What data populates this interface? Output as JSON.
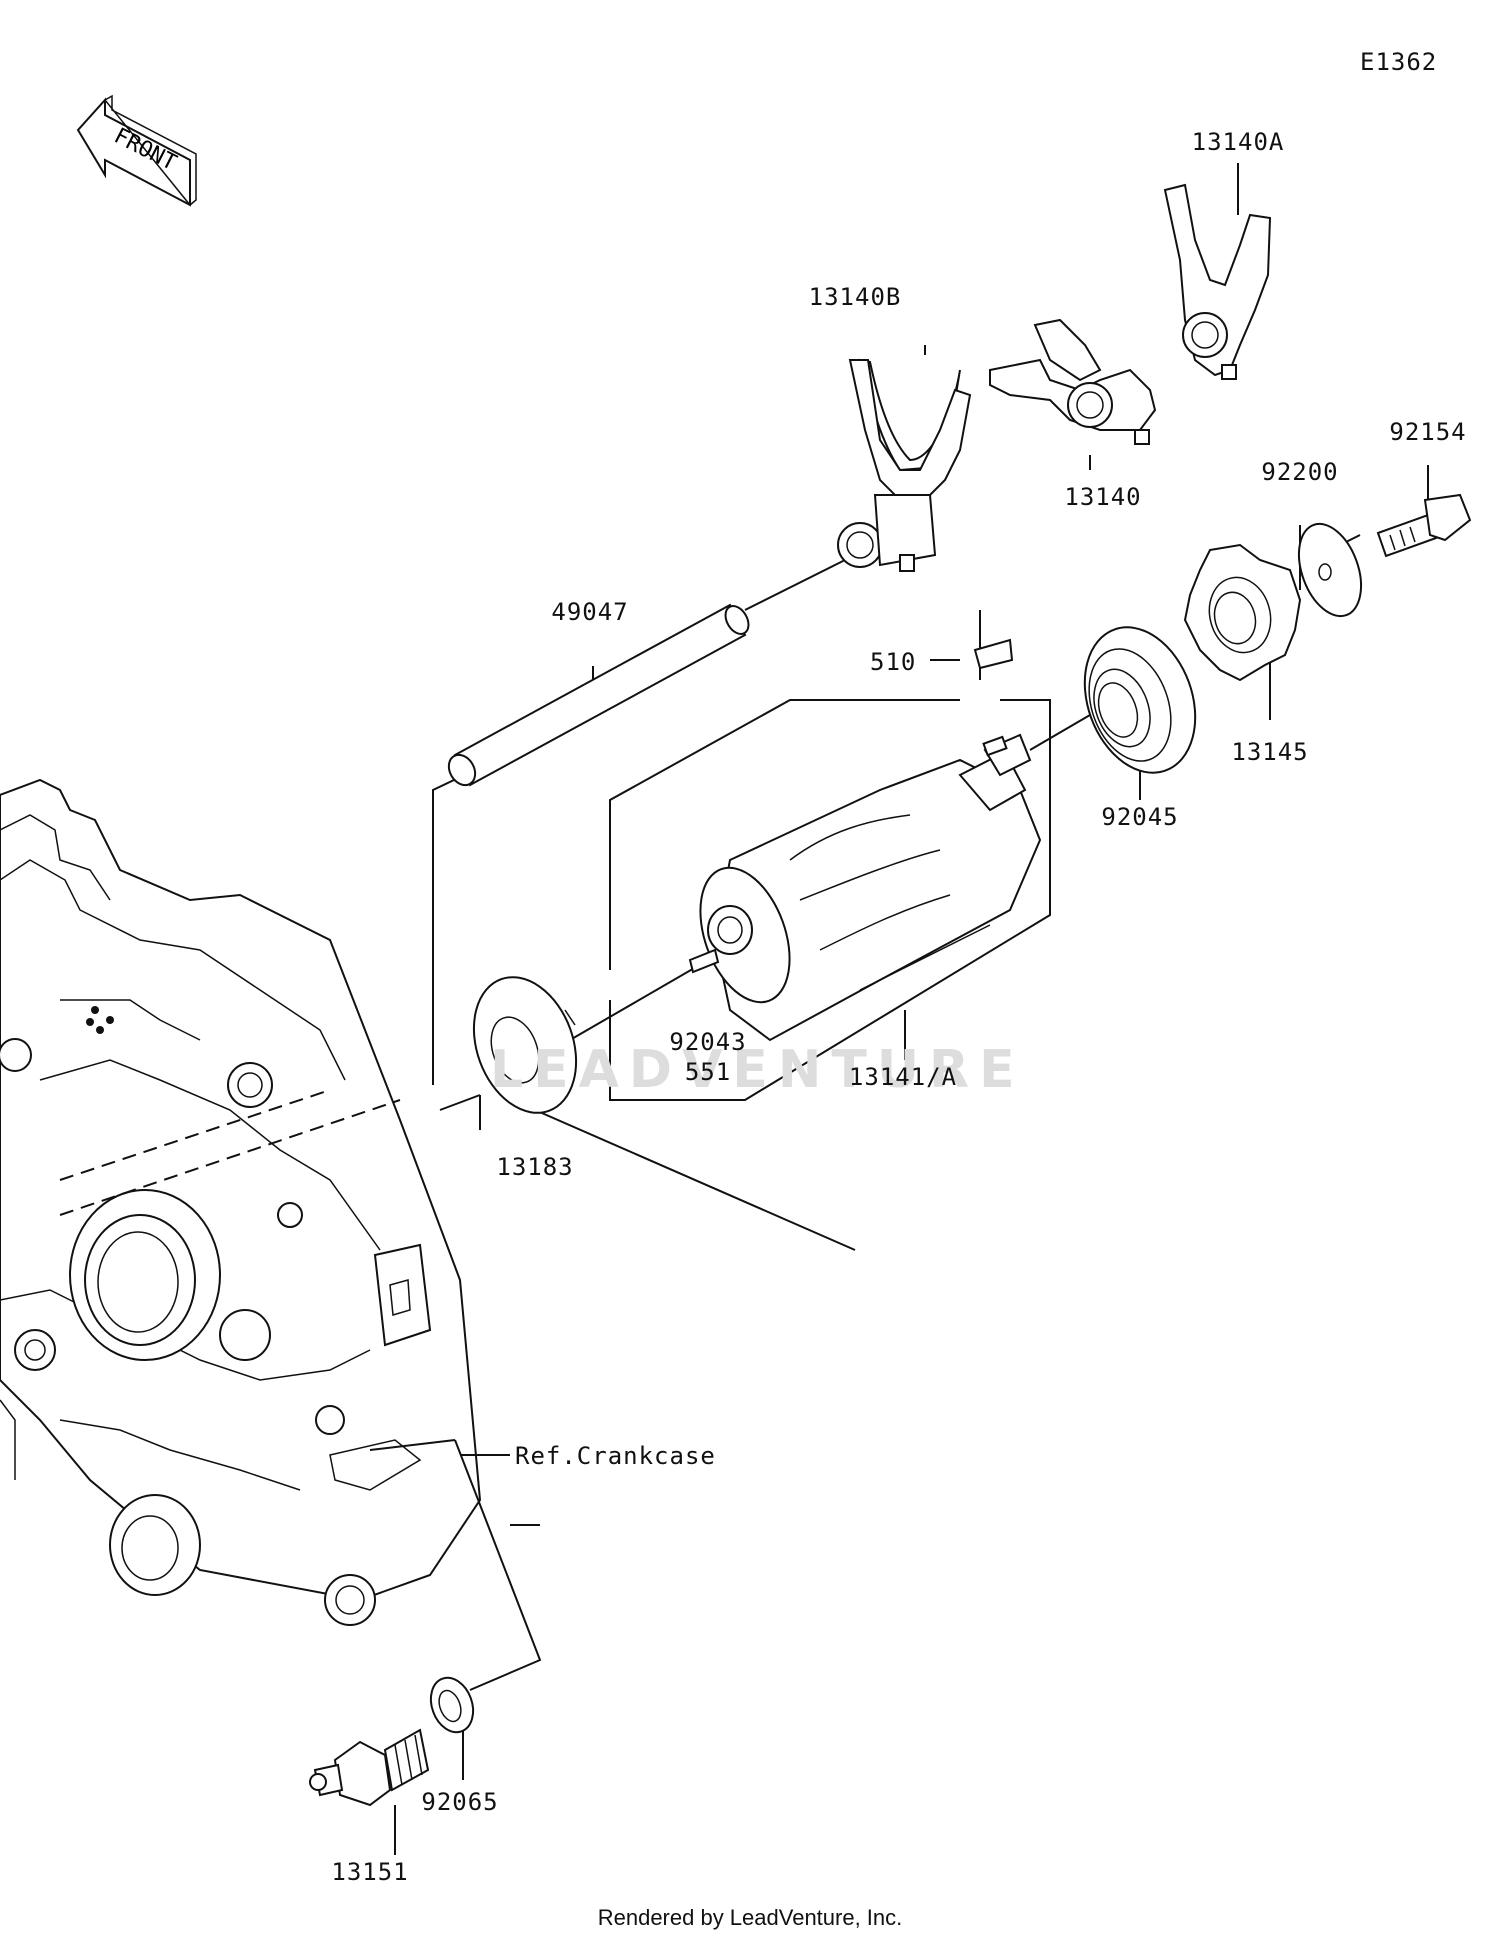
{
  "diagram_code": "E1362",
  "front_label": "FRONT",
  "watermark": "LEADVENTURE",
  "footer": "Rendered by LeadVenture, Inc.",
  "ref_label": "Ref.Crankcase",
  "parts": {
    "p13140A": "13140A",
    "p13140B": "13140B",
    "p13140": "13140",
    "p92154": "92154",
    "p92200": "92200",
    "p49047": "49047",
    "p510": "510",
    "p13145": "13145",
    "p92045": "92045",
    "p92043": "92043",
    "p551": "551",
    "p13141A": "13141/A",
    "p13183": "13183",
    "p92065": "92065",
    "p13151": "13151"
  }
}
